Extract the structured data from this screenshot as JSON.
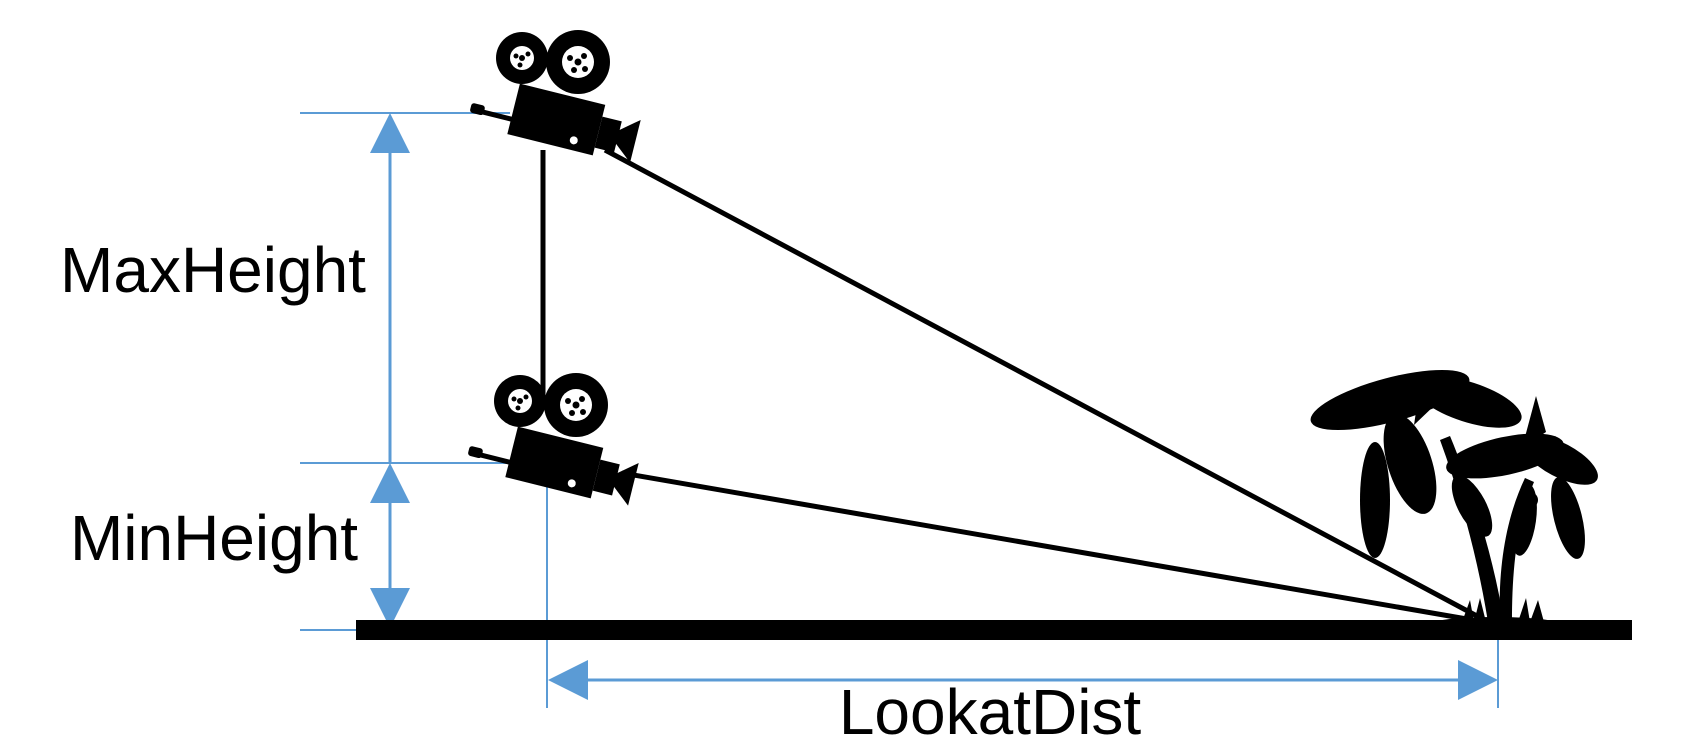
{
  "labels": {
    "max_height": "MaxHeight",
    "min_height": "MinHeight",
    "lookat_dist": "LookatDist"
  },
  "colors": {
    "dimension": "#5b9bd5",
    "ink": "#000000",
    "background": "#ffffff"
  },
  "icons": [
    "movie-camera-icon",
    "movie-camera-icon",
    "palm-trees-icon"
  ]
}
